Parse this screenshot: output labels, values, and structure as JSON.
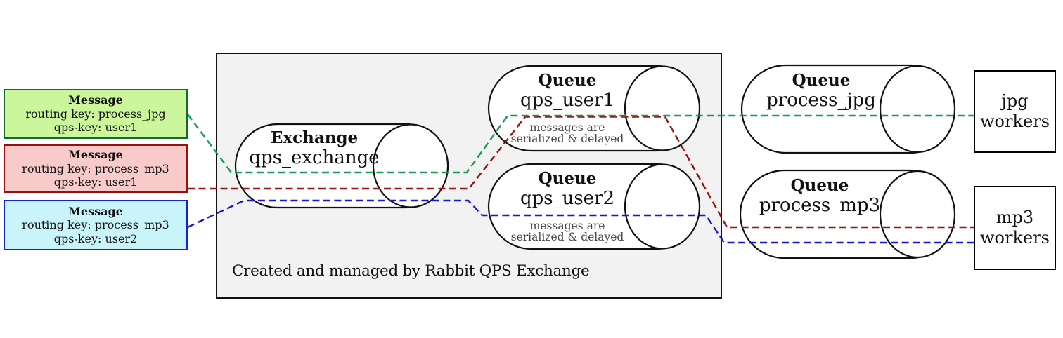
{
  "messages": [
    {
      "title": "Message",
      "routing": "routing key: process_jpg",
      "qps": "qps-key: user1",
      "fill": "#ccf69c",
      "border": "#15682e"
    },
    {
      "title": "Message",
      "routing": "routing key: process_mp3",
      "qps": "qps-key: user1",
      "fill": "#f8caca",
      "border": "#990f0f"
    },
    {
      "title": "Message",
      "routing": "routing key: process_mp3",
      "qps": "qps-key: user2",
      "fill": "#c8f4fa",
      "border": "#1223cf"
    }
  ],
  "exchange": {
    "title": "Exchange",
    "name": "qps_exchange"
  },
  "queues": [
    {
      "title": "Queue",
      "name": "qps_user1",
      "note_line1": "messages are",
      "note_line2": "serialized & delayed"
    },
    {
      "title": "Queue",
      "name": "qps_user2",
      "note_line1": "messages are",
      "note_line2": "serialized & delayed"
    },
    {
      "title": "Queue",
      "name": "process_jpg"
    },
    {
      "title": "Queue",
      "name": "process_mp3"
    }
  ],
  "workers": [
    {
      "line1": "jpg",
      "line2": "workers"
    },
    {
      "line1": "mp3",
      "line2": "workers"
    }
  ],
  "caption": "Created and managed by Rabbit QPS Exchange",
  "flows": {
    "jpg_user1_color": "#149c55",
    "mp3_user1_color": "#9e1111",
    "mp3_user2_color": "#1717cf"
  }
}
